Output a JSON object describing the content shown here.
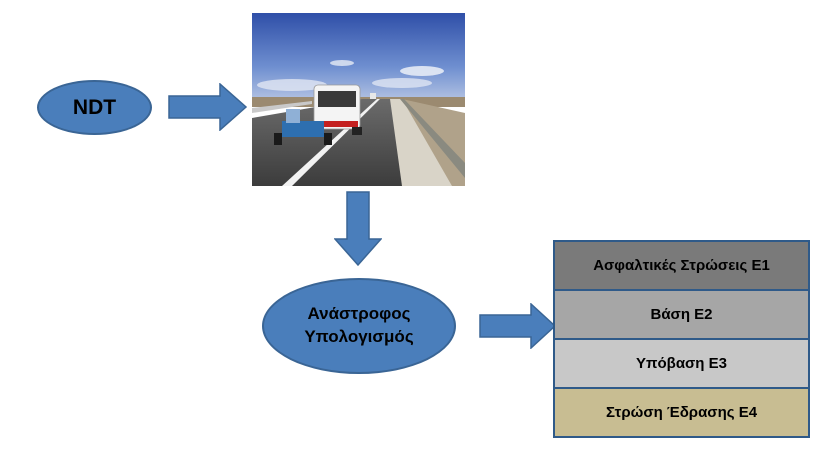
{
  "nodes": {
    "ndt": "NDT",
    "inverse_line1": "Ανάστροφος",
    "inverse_line2": "Υπολογισμός"
  },
  "layers": [
    {
      "label": "Ασφαλτικές Στρώσεις Ε1",
      "color": "#7a7a7a"
    },
    {
      "label": "Βάση Ε2",
      "color": "#a6a6a6"
    },
    {
      "label": "Υπόβαση Ε3",
      "color": "#c8c8c8"
    },
    {
      "label": "Στρώση Έδρασης Ε4",
      "color": "#c8bd92"
    }
  ],
  "colors": {
    "ellipse_fill": "#4a7ebb",
    "arrow_fill": "#4a7ebb",
    "layer_border": "#2f5a89"
  }
}
